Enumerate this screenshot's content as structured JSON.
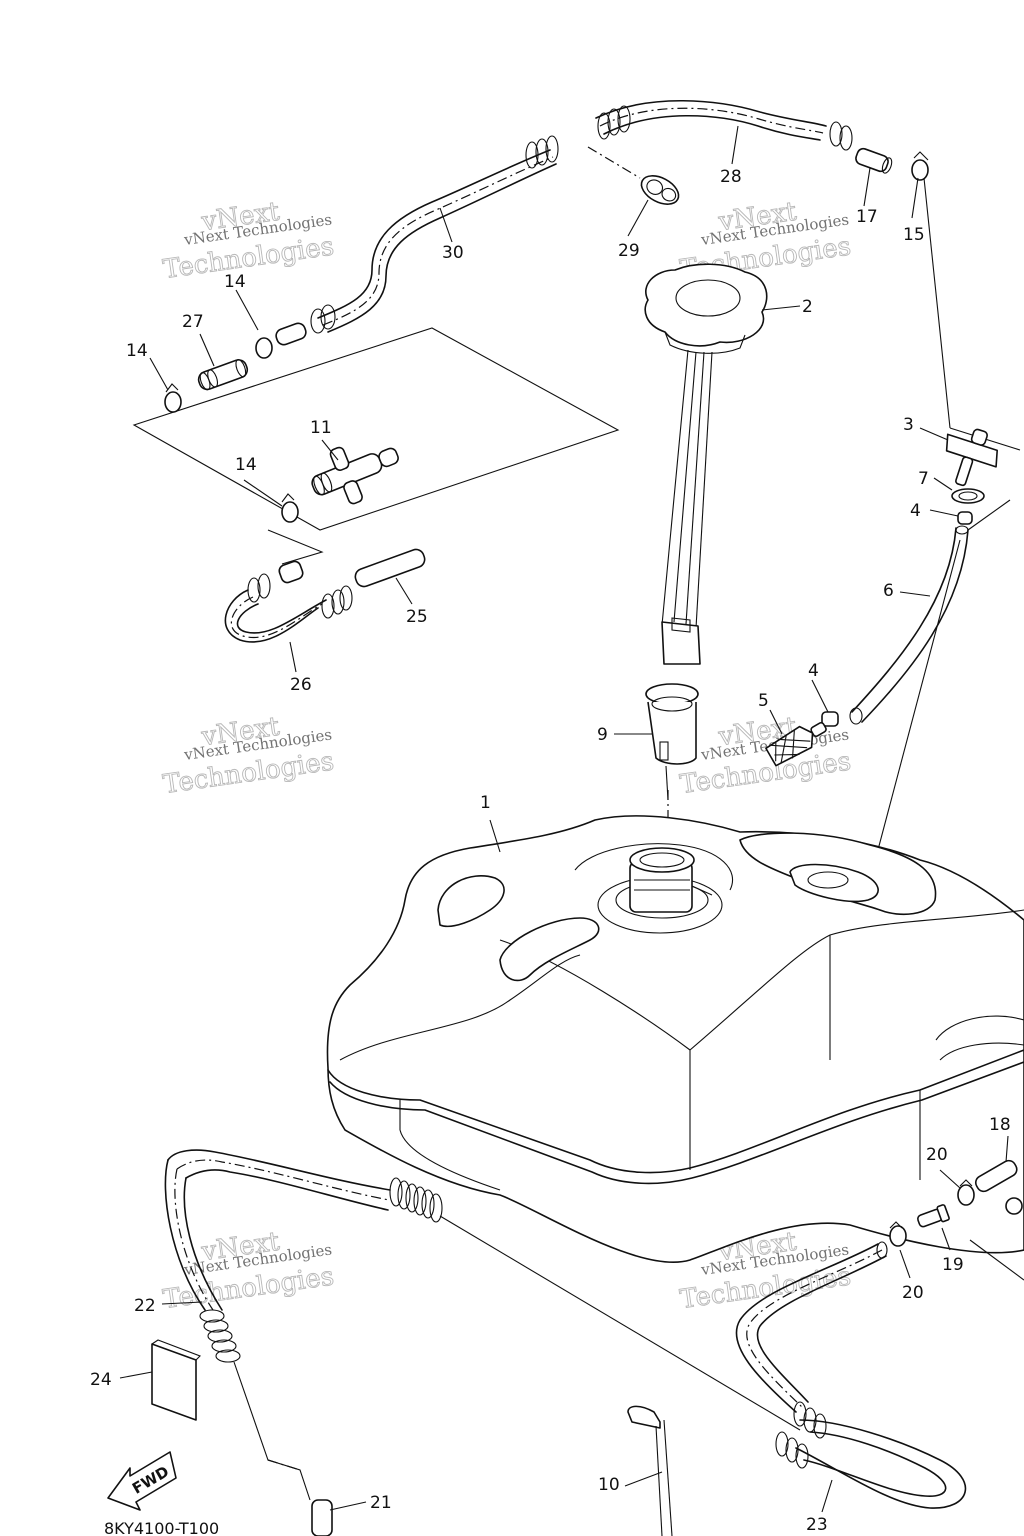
{
  "diagram": {
    "code": "8KY4100-T100",
    "fwd_label": "FWD",
    "watermark": {
      "line1": "vNext Technologies",
      "line2": "vNext",
      "line3": "Technologies"
    },
    "labels": [
      "1",
      "2",
      "3",
      "4",
      "4",
      "5",
      "6",
      "7",
      "9",
      "10",
      "11",
      "14",
      "14",
      "14",
      "15",
      "17",
      "18",
      "19",
      "20",
      "20",
      "21",
      "22",
      "23",
      "24",
      "25",
      "26",
      "27",
      "28",
      "29",
      "30"
    ]
  }
}
